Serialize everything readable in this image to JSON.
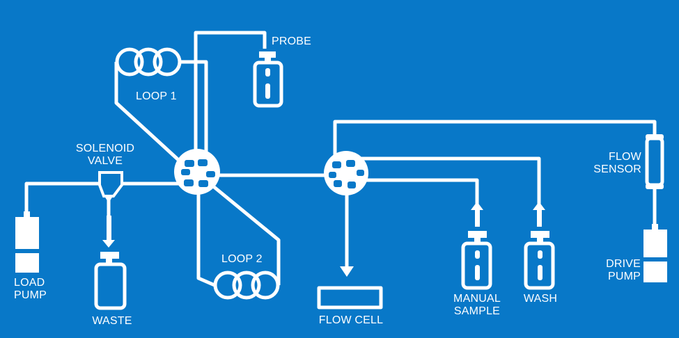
{
  "colors": {
    "background": "#0878c8",
    "foreground": "#ffffff"
  },
  "labels": {
    "probe": "PROBE",
    "loop1": "LOOP 1",
    "loop2": "LOOP 2",
    "solenoid_line1": "SOLENOID",
    "solenoid_line2": "VALVE",
    "load_pump_line1": "LOAD",
    "load_pump_line2": "PUMP",
    "waste": "WASTE",
    "flow_cell": "FLOW CELL",
    "manual_sample_line1": "MANUAL",
    "manual_sample_line2": "SAMPLE",
    "wash": "WASH",
    "flow_sensor_line1": "FLOW",
    "flow_sensor_line2": "SENSOR",
    "drive_pump_line1": "DRIVE",
    "drive_pump_line2": "PUMP"
  }
}
